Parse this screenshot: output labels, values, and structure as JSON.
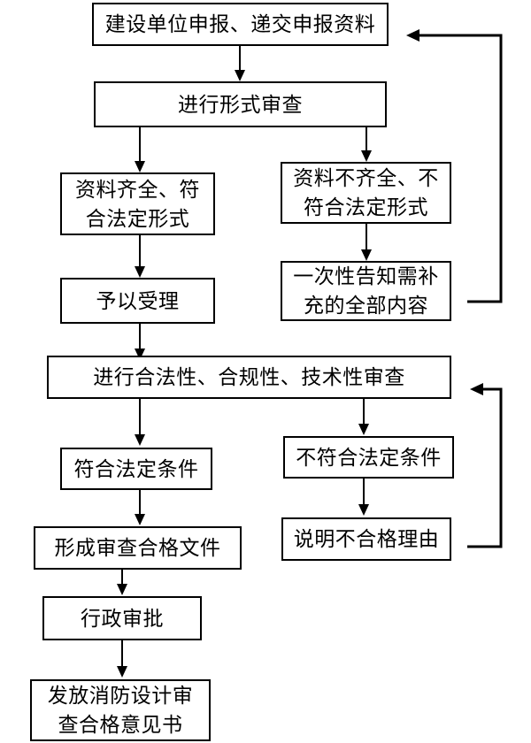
{
  "diagram": {
    "type": "flowchart",
    "background_color": "#ffffff",
    "line_color": "#000000",
    "box_fill_color": "#ffffff",
    "text_color": "#000000",
    "nodes": [
      {
        "id": "declare",
        "label": "建设单位申报、递交申报资料"
      },
      {
        "id": "formal-review",
        "label": "进行形式审查"
      },
      {
        "id": "materials-complete",
        "label": "资料齐全、符\n合法定形式"
      },
      {
        "id": "materials-incomplete",
        "label": "资料不齐全、不\n符合法定形式"
      },
      {
        "id": "accept",
        "label": "予以受理"
      },
      {
        "id": "notify-supplement",
        "label": "一次性告知需补\n充的全部内容"
      },
      {
        "id": "substantive-review",
        "label": "进行合法性、合规性、技术性审查"
      },
      {
        "id": "meets-conditions",
        "label": "符合法定条件"
      },
      {
        "id": "not-meet-conditions",
        "label": "不符合法定条件"
      },
      {
        "id": "qualified-document",
        "label": "形成审查合格文件"
      },
      {
        "id": "explain-reasons",
        "label": "说明不合格理由"
      },
      {
        "id": "admin-approval",
        "label": "行政审批"
      },
      {
        "id": "issue-opinion",
        "label": "发放消防设计审\n查合格意见书"
      }
    ],
    "edges": [
      {
        "from": "declare",
        "to": "formal-review",
        "type": "arrow-down"
      },
      {
        "from": "formal-review",
        "to": "materials-complete",
        "type": "arrow-down"
      },
      {
        "from": "formal-review",
        "to": "materials-incomplete",
        "type": "arrow-down"
      },
      {
        "from": "materials-complete",
        "to": "accept",
        "type": "arrow-down"
      },
      {
        "from": "materials-incomplete",
        "to": "notify-supplement",
        "type": "arrow-down"
      },
      {
        "from": "accept",
        "to": "substantive-review",
        "type": "arrow-down"
      },
      {
        "from": "notify-supplement",
        "to": "declare",
        "type": "return-loop"
      },
      {
        "from": "substantive-review",
        "to": "meets-conditions",
        "type": "arrow-down"
      },
      {
        "from": "substantive-review",
        "to": "not-meet-conditions",
        "type": "arrow-down"
      },
      {
        "from": "meets-conditions",
        "to": "qualified-document",
        "type": "arrow-down"
      },
      {
        "from": "not-meet-conditions",
        "to": "explain-reasons",
        "type": "arrow-down"
      },
      {
        "from": "explain-reasons",
        "to": "substantive-review",
        "type": "return-loop"
      },
      {
        "from": "qualified-document",
        "to": "admin-approval",
        "type": "arrow-down"
      },
      {
        "from": "admin-approval",
        "to": "issue-opinion",
        "type": "arrow-down"
      }
    ]
  }
}
